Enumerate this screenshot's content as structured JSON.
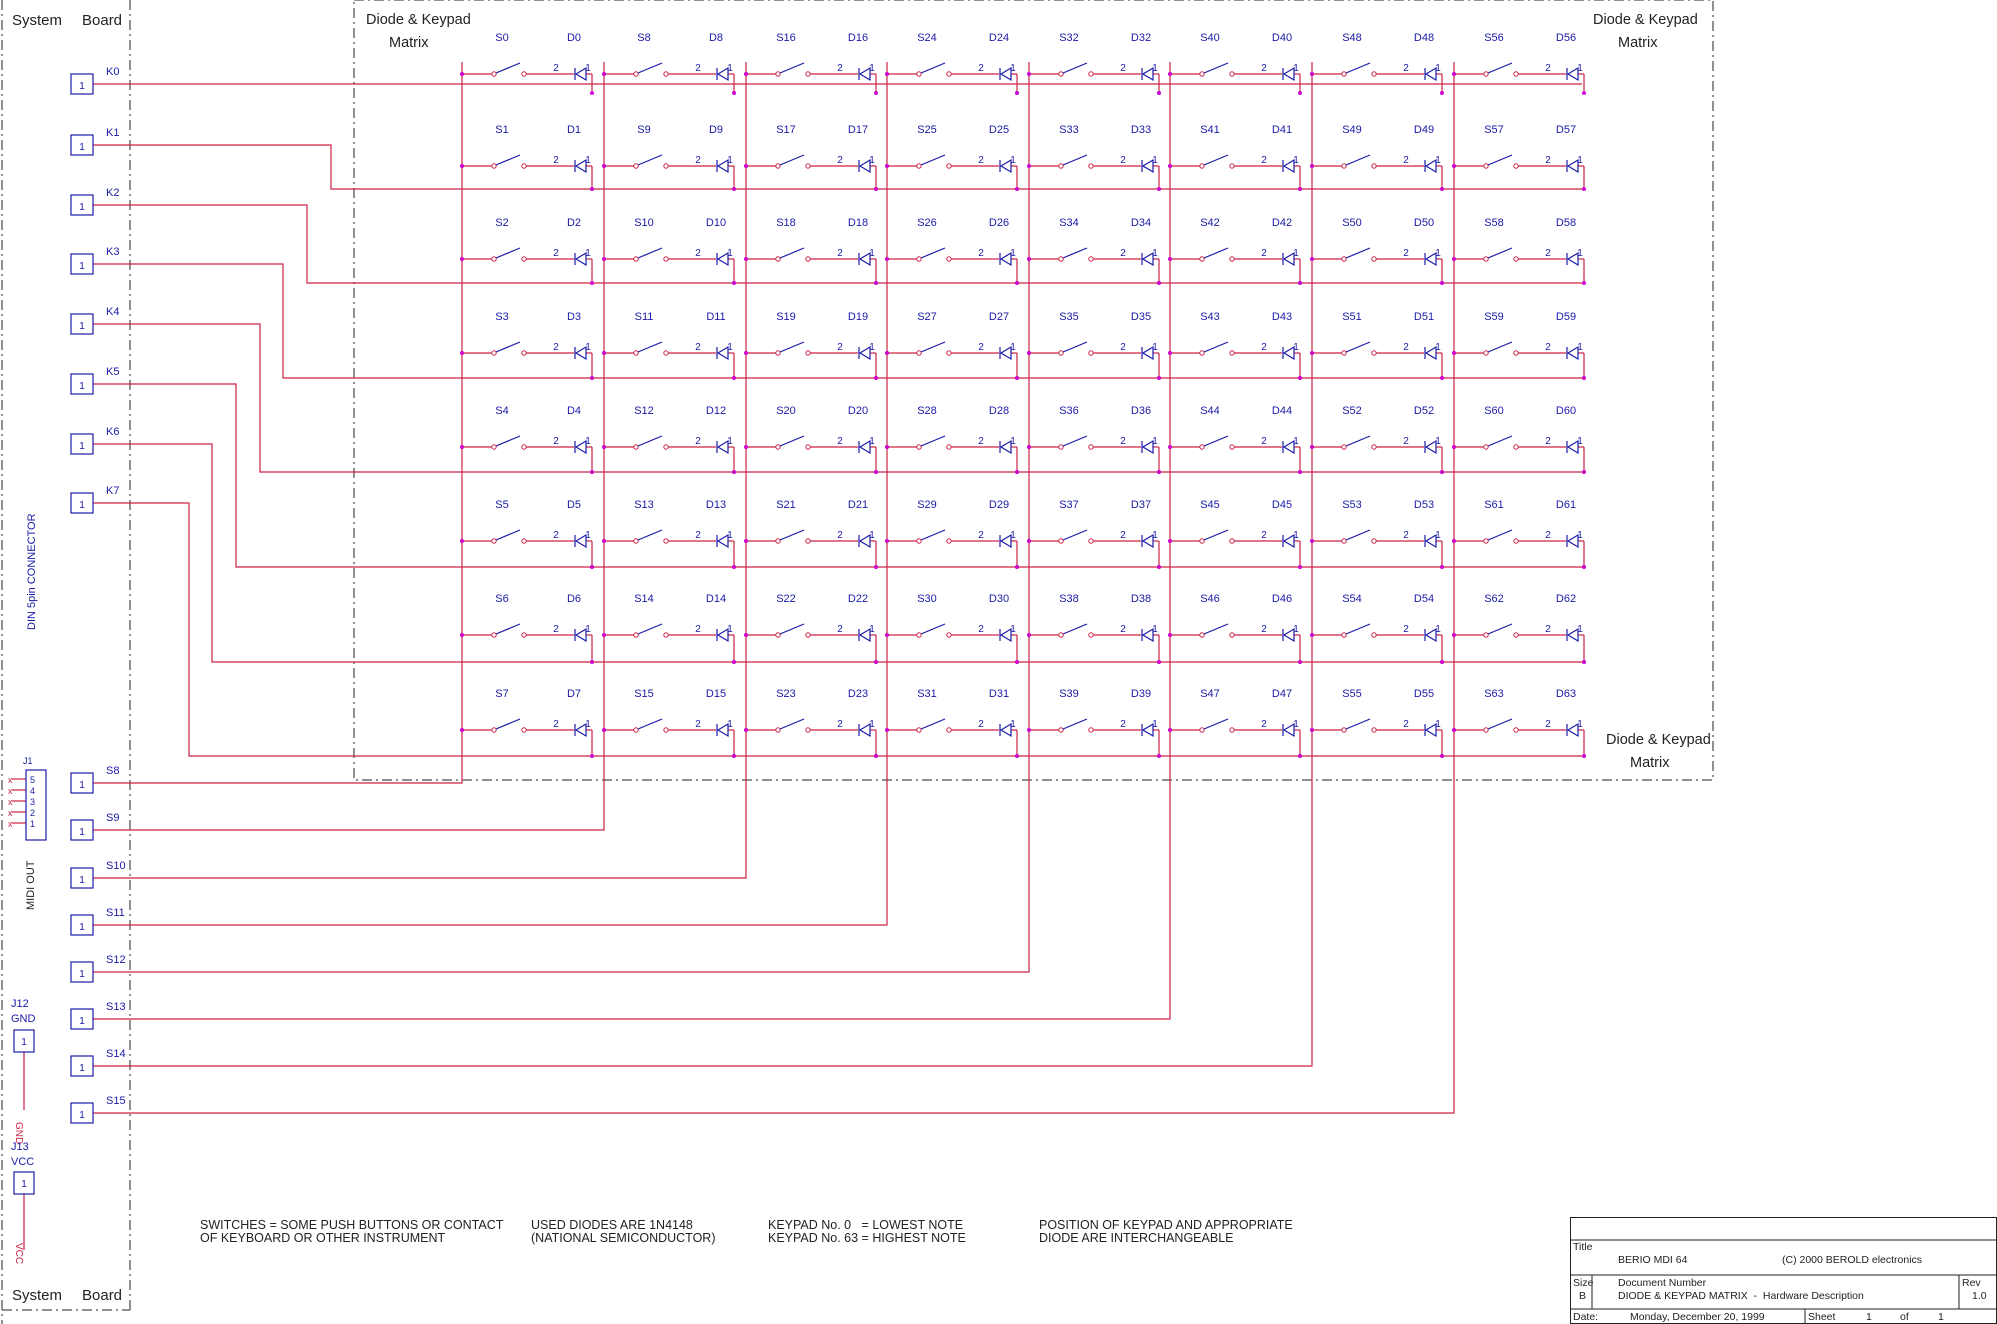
{
  "header": {
    "left_system": "System",
    "left_board": "Board",
    "matrix_title_line1": "Diode & Keypad",
    "matrix_title_line2": "Matrix"
  },
  "footer_left": {
    "system": "System",
    "board": "Board"
  },
  "row_ports": [
    {
      "label": "K0",
      "pin": "1"
    },
    {
      "label": "K1",
      "pin": "1"
    },
    {
      "label": "K2",
      "pin": "1"
    },
    {
      "label": "K3",
      "pin": "1"
    },
    {
      "label": "K4",
      "pin": "1"
    },
    {
      "label": "K5",
      "pin": "1"
    },
    {
      "label": "K6",
      "pin": "1"
    },
    {
      "label": "K7",
      "pin": "1"
    }
  ],
  "col_ports": [
    {
      "label": "S8",
      "pin": "1"
    },
    {
      "label": "S9",
      "pin": "1"
    },
    {
      "label": "S10",
      "pin": "1"
    },
    {
      "label": "S11",
      "pin": "1"
    },
    {
      "label": "S12",
      "pin": "1"
    },
    {
      "label": "S13",
      "pin": "1"
    },
    {
      "label": "S14",
      "pin": "1"
    },
    {
      "label": "S15",
      "pin": "1"
    }
  ],
  "matrix": {
    "switch_prefix": "S",
    "diode_prefix": "D",
    "rows": 8,
    "cols": 8,
    "pin_a": "2",
    "pin_k": "1"
  },
  "connector": {
    "vertical_label": "DIN 5pin CONNECTOR",
    "ref": "J1",
    "pins": [
      "5",
      "4",
      "3",
      "2",
      "1"
    ],
    "midi_label": "MIDI OUT"
  },
  "j12": {
    "ref": "J12",
    "name": "GND",
    "pin": "1",
    "net": "GND"
  },
  "j13": {
    "ref": "J13",
    "name": "VCC",
    "pin": "1",
    "net": "VCC"
  },
  "notes": {
    "switches_l1": "SWITCHES = SOME PUSH BUTTONS OR CONTACT",
    "switches_l2": "OF KEYBOARD OR OTHER INSTRUMENT",
    "diodes_l1": "USED DIODES ARE 1N4148",
    "diodes_l2": "(NATIONAL SEMICONDUCTOR)",
    "keypad_l1": "KEYPAD No. 0   = LOWEST NOTE",
    "keypad_l2": "KEYPAD No. 63 = HIGHEST NOTE",
    "position_l1": "POSITION OF KEYPAD AND APPROPRIATE",
    "position_l2": "DIODE ARE INTERCHANGEABLE"
  },
  "title_block": {
    "title_label": "Title",
    "title": "BERIO MDI 64",
    "copyright": "(C) 2000 BEROLD electronics",
    "size_label": "Size",
    "size": "B",
    "doc_label": "Document Number",
    "doc": "DIODE & KEYPAD MATRIX  -  Hardware Description",
    "rev_label": "Rev",
    "rev": "1.0",
    "date_label": "Date:",
    "date": "Monday, December 20, 1999",
    "sheet_label": "Sheet",
    "sheet": "1",
    "of_label": "of",
    "of": "1"
  },
  "colors": {
    "wire": "#cc2244",
    "part": "#1a1aa8",
    "frame": "#222222",
    "junction": "#cc00cc"
  }
}
